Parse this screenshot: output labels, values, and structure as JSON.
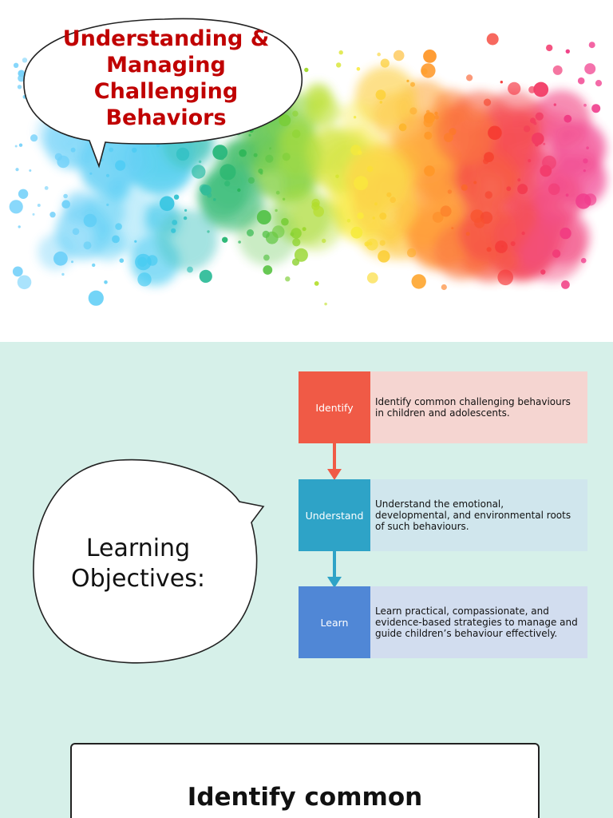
{
  "slide1": {
    "title_lines": [
      "Understanding &",
      "Managing",
      "Challenging",
      "Behaviors"
    ],
    "colors": {
      "title": "#c00000"
    }
  },
  "slide2": {
    "bubble_lines": [
      "Learning",
      "Objectives:"
    ],
    "steps": [
      {
        "label": "Identify",
        "text": "Identify common challenging behaviours in children and adolescents.",
        "label_color": "#f05a46",
        "desc_color": "#f5d5d1"
      },
      {
        "label": "Understand",
        "text": "Understand the emotional, developmental, and environmental roots of such behaviours.",
        "label_color": "#2ea3c7",
        "desc_color": "#d0e6ed"
      },
      {
        "label": "Learn",
        "text": "Learn practical, compassionate, and evidence-based strategies to manage and guide children’s behaviour effectively.",
        "label_color": "#5087d6",
        "desc_color": "#d2ddef"
      }
    ],
    "content_heading": "Identify common",
    "colors": {
      "background": "#d6f0e9"
    }
  }
}
